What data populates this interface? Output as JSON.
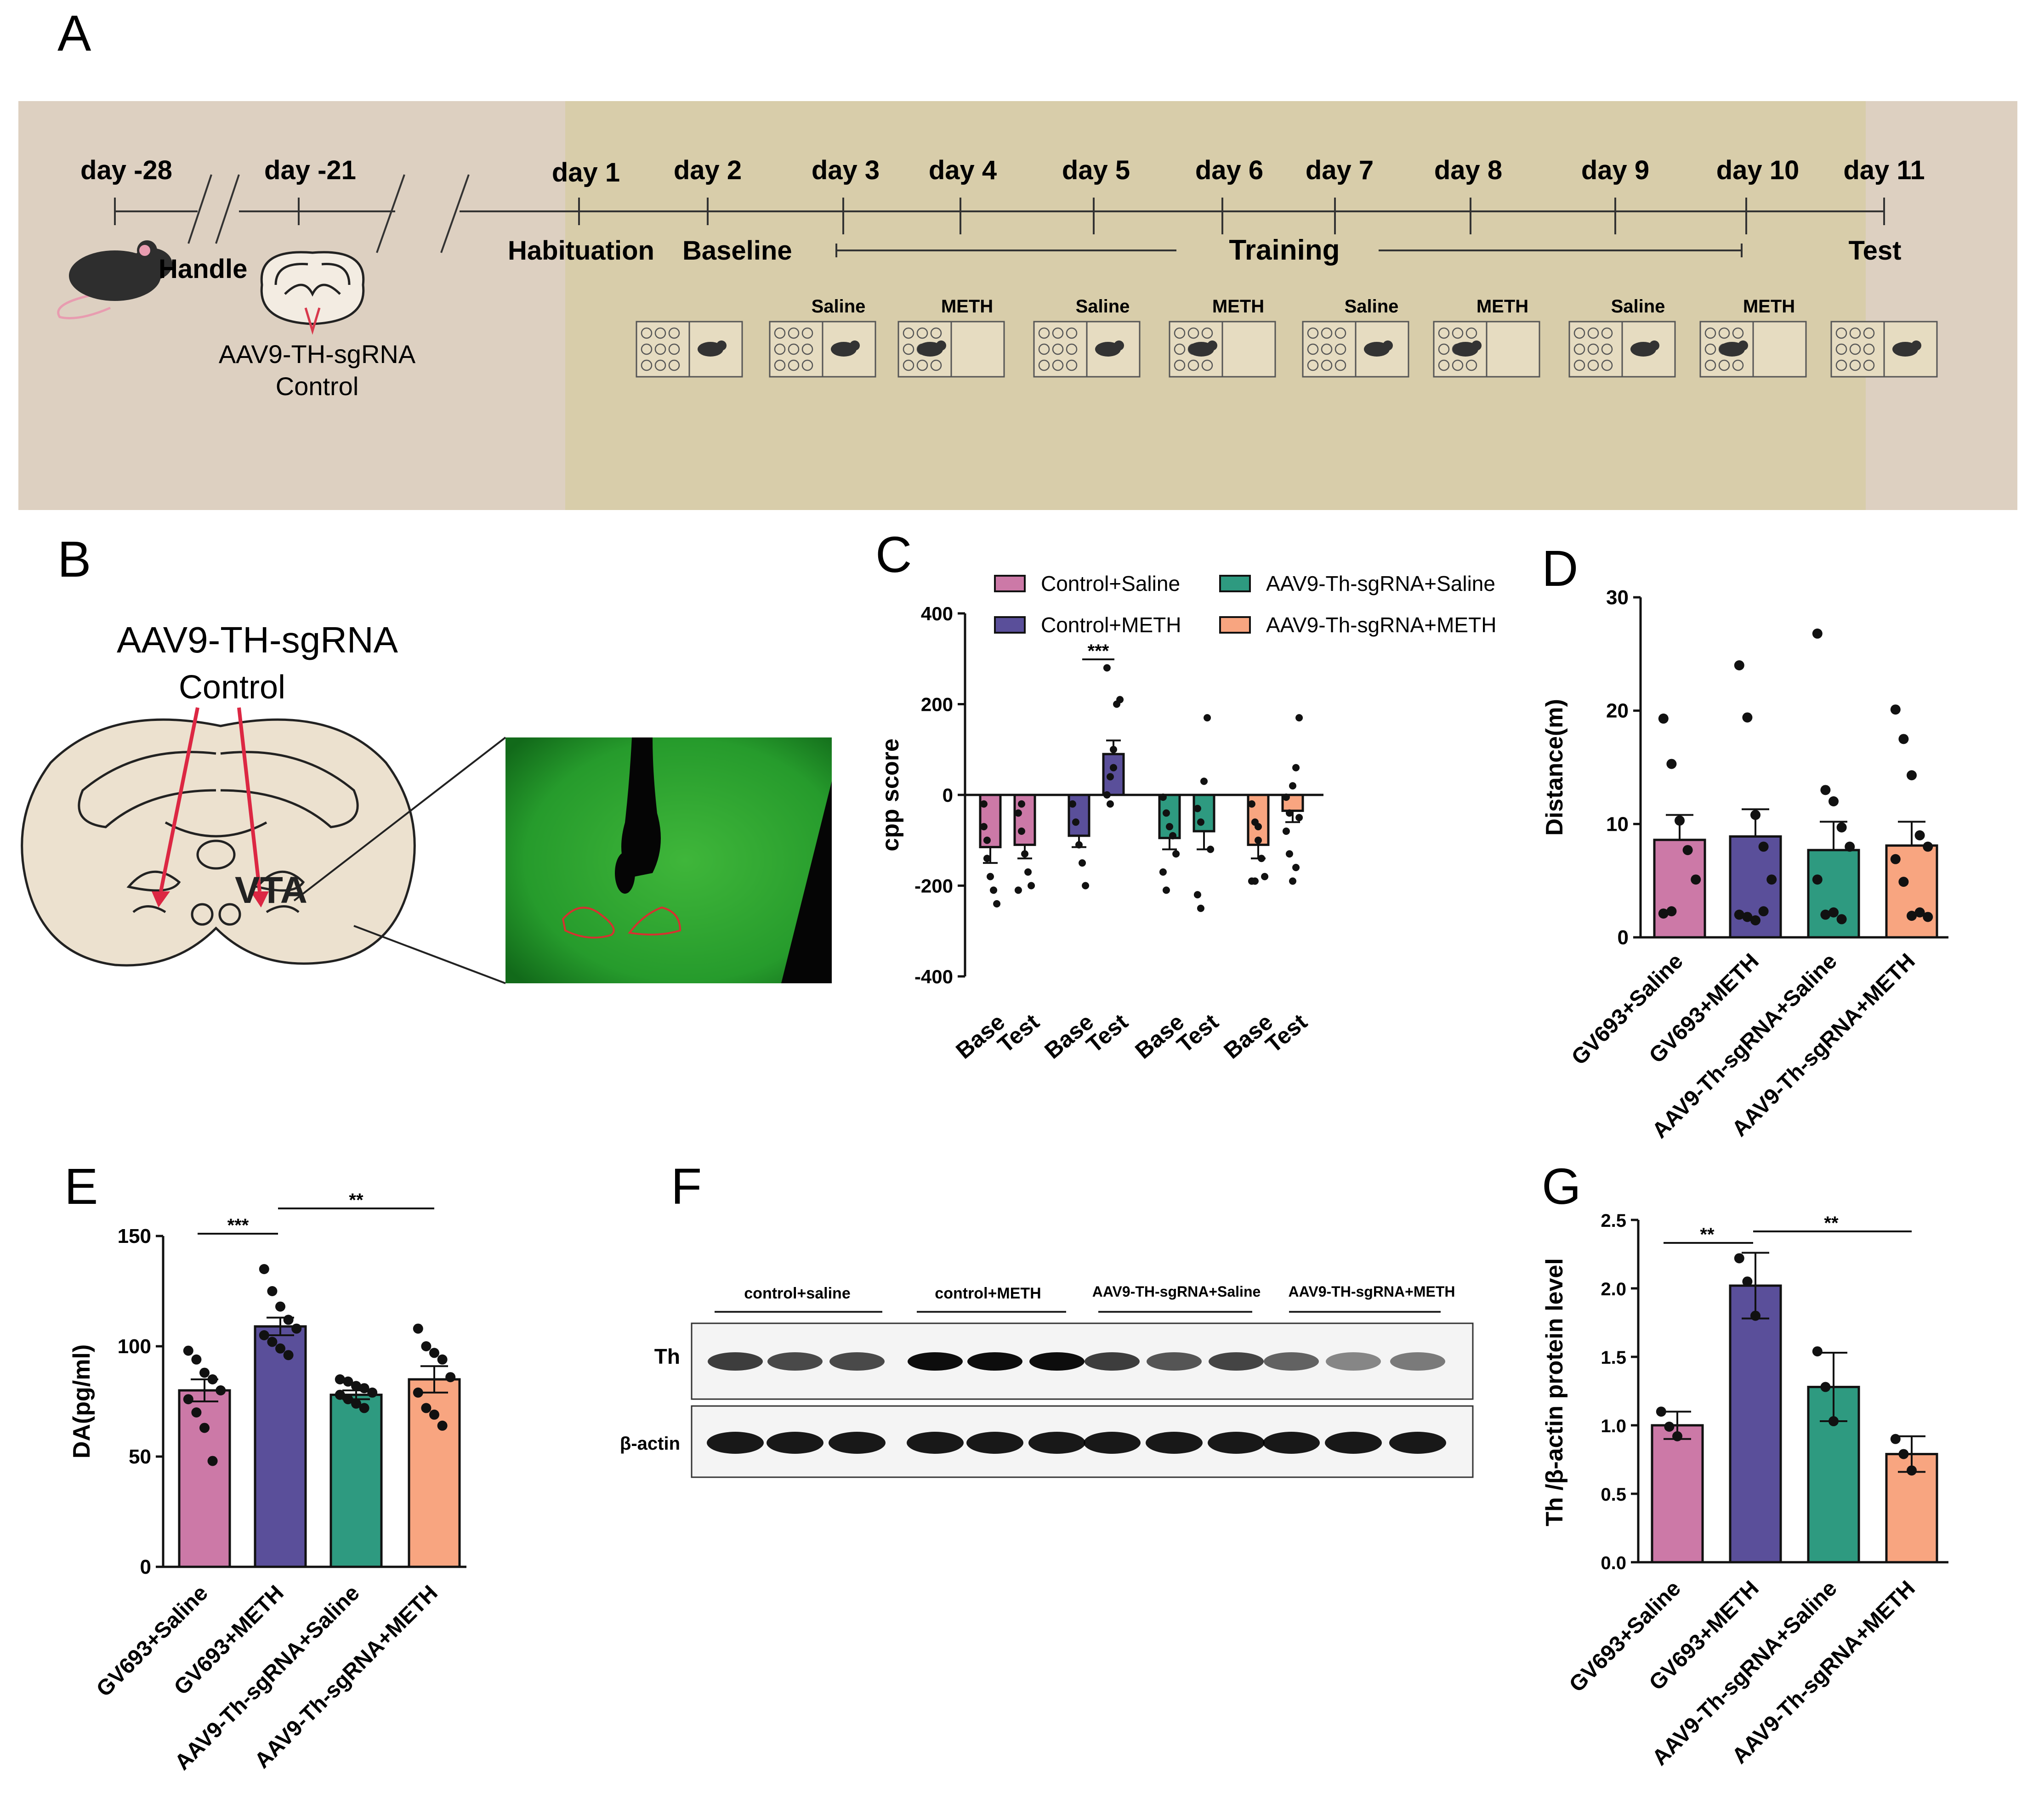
{
  "panels": {
    "A": "A",
    "B": "B",
    "C": "C",
    "D": "D",
    "E": "E",
    "F": "F",
    "G": "G"
  },
  "timeline": {
    "days": [
      "day -28",
      "day -21",
      "day 1",
      "day 2",
      "day 3",
      "day 4",
      "day 5",
      "day 6",
      "day 7",
      "day 8",
      "day 9",
      "day 10",
      "day 11"
    ],
    "labels": {
      "handle": "Handle",
      "virus": "AAV9-TH-sgRNA",
      "control": "Control",
      "habituation": "Habituation",
      "baseline": "Baseline",
      "training": "Training",
      "test": "Test"
    },
    "box_labels": [
      "Saline",
      "METH",
      "Saline",
      "METH",
      "Saline",
      "METH",
      "Saline",
      "METH"
    ],
    "colors": {
      "left_bg": "#ddd0c1",
      "mid_bg": "#d8cdaa",
      "right_bg": "#ddd0c1"
    }
  },
  "panelB": {
    "virus": "AAV9-TH-sgRNA",
    "control": "Control",
    "region": "VTA"
  },
  "panelF": {
    "groups": [
      "control+saline",
      "control+METH",
      "AAV9-TH-sgRNA+Saline",
      "AAV9-TH-sgRNA+METH"
    ],
    "rows": [
      "Th",
      "β-actin"
    ]
  },
  "colors": {
    "pink": "#cc79a7",
    "purple": "#5a4f9a",
    "teal": "#2e9a80",
    "orange": "#f8a580"
  },
  "chart_data": [
    {
      "id": "C",
      "type": "bar",
      "ylabel": "cpp score",
      "ylim": [
        -400,
        400
      ],
      "yticks": [
        -400,
        -200,
        0,
        200,
        400
      ],
      "categories": [
        "Base",
        "Test",
        "Base",
        "Test",
        "Base",
        "Test",
        "Base",
        "Test"
      ],
      "legend": [
        "Control+Saline",
        "Control+METH",
        "AAV9-Th-sgRNA+Saline",
        "AAV9-Th-sgRNA+METH"
      ],
      "values": [
        -115,
        -110,
        -90,
        90,
        -95,
        -80,
        -110,
        -35
      ],
      "errors": [
        35,
        30,
        25,
        30,
        25,
        40,
        30,
        25
      ],
      "significance": "***",
      "points": [
        [
          -70,
          -140,
          -180,
          -210,
          -240,
          -20,
          -100
        ],
        [
          -40,
          -80,
          -130,
          -170,
          -200,
          -210,
          -20
        ],
        [
          -20,
          -60,
          -110,
          -150,
          -200
        ],
        [
          0,
          40,
          100,
          200,
          210,
          280,
          -20,
          60
        ],
        [
          -5,
          -40,
          -70,
          -90,
          -130,
          -170,
          -210
        ],
        [
          -30,
          -60,
          30,
          170,
          -120,
          -220,
          -250
        ],
        [
          -20,
          -60,
          -100,
          -140,
          -180,
          -190,
          -190,
          -70
        ],
        [
          -5,
          -40,
          20,
          60,
          170,
          -80,
          -130,
          -190,
          -160,
          -50
        ]
      ]
    },
    {
      "id": "D",
      "type": "bar",
      "ylabel": "Distance(m)",
      "ylim": [
        0,
        30
      ],
      "yticks": [
        0,
        10,
        20,
        30
      ],
      "categories": [
        "GV693+Saline",
        "GV693+METH",
        "AAV9-Th-sgRNA+Saline",
        "AAV9-Th-sgRNA+METH"
      ],
      "values": [
        8.6,
        8.9,
        7.7,
        8.1
      ],
      "errors": [
        2.2,
        2.4,
        2.5,
        2.1
      ],
      "points": [
        [
          19.3,
          15.3,
          10.3,
          7.7,
          5.1,
          2.1,
          2.3
        ],
        [
          24.0,
          19.4,
          10.8,
          8.0,
          5.1,
          2.0,
          1.8,
          1.5,
          2.3
        ],
        [
          26.8,
          13.0,
          12.0,
          9.7,
          8.0,
          5.1,
          2.0,
          2.2,
          1.6
        ],
        [
          20.1,
          17.5,
          14.3,
          9.0,
          8.0,
          6.9,
          4.9,
          1.9,
          2.2,
          1.8
        ]
      ]
    },
    {
      "id": "E",
      "type": "bar",
      "ylabel": "DA(pg/ml)",
      "ylim": [
        0,
        150
      ],
      "yticks": [
        0,
        50,
        100,
        150
      ],
      "categories": [
        "GV693+Saline",
        "GV693+METH",
        "AAV9-Th-sgRNA+Saline",
        "AAV9-Th-sgRNA+METH"
      ],
      "values": [
        80,
        109,
        78,
        85
      ],
      "errors": [
        5,
        4,
        2,
        6
      ],
      "significance": [
        "***",
        "**"
      ],
      "points": [
        [
          98,
          94,
          88,
          85,
          80,
          76,
          70,
          63,
          48
        ],
        [
          135,
          125,
          118,
          112,
          108,
          105,
          102,
          99,
          96
        ],
        [
          85,
          84,
          82,
          81,
          79,
          78,
          76,
          74,
          72
        ],
        [
          108,
          100,
          97,
          94,
          86,
          79,
          72,
          69,
          64
        ]
      ]
    },
    {
      "id": "G",
      "type": "bar",
      "ylabel": "Th /β-actin protein level",
      "ylim": [
        0,
        2.5
      ],
      "yticks": [
        0.0,
        0.5,
        1.0,
        1.5,
        2.0,
        2.5
      ],
      "categories": [
        "GV693+Saline",
        "GV693+METH",
        "AAV9-Th-sgRNA+Saline",
        "AAV9-Th-sgRNA+METH"
      ],
      "values": [
        1.0,
        2.02,
        1.28,
        0.79
      ],
      "errors": [
        0.1,
        0.24,
        0.25,
        0.13
      ],
      "significance": [
        "**",
        "**"
      ],
      "points": [
        [
          1.1,
          0.99,
          0.92
        ],
        [
          2.22,
          2.05,
          1.8
        ],
        [
          1.54,
          1.28,
          1.03
        ],
        [
          0.9,
          0.79,
          0.67
        ]
      ]
    }
  ]
}
